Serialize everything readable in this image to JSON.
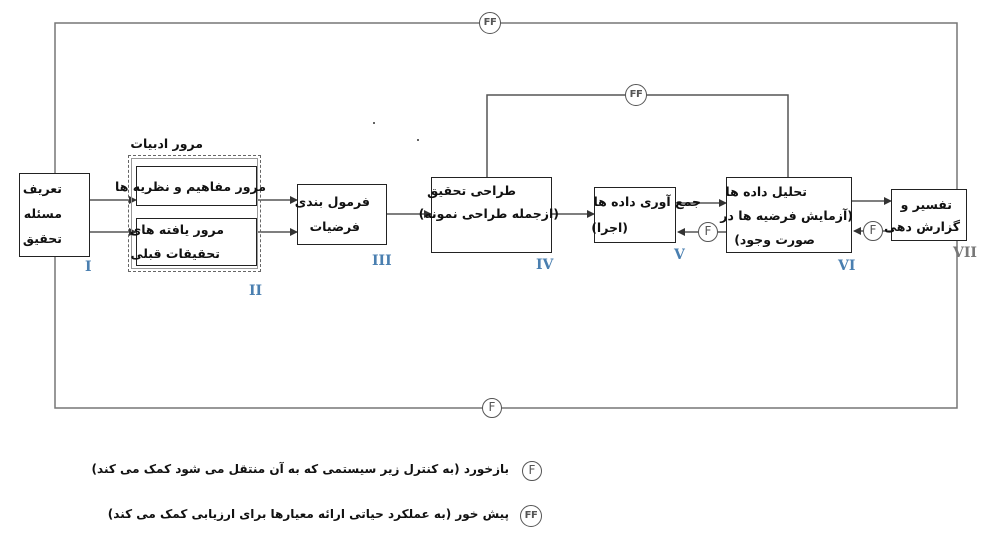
{
  "nodes": {
    "define_problem": {
      "lines": [
        "تعریف",
        "مسئله",
        "تحقیق"
      ],
      "numeral": "I"
    },
    "lit_review": {
      "title": "مرور ادبیات",
      "concepts": "مرور مفاهیم و نظریه ها",
      "findings": [
        "مرور یافته های",
        "تحقیقات قبلی"
      ],
      "numeral": "II"
    },
    "hypotheses": {
      "lines": [
        "فرمول بندی",
        "فرضیات"
      ],
      "numeral": "III"
    },
    "design": {
      "lines": [
        "طراحی تحقیق",
        "(ازجمله طراحی نمونه)"
      ],
      "numeral": "IV"
    },
    "collect": {
      "lines": [
        "جمع آوری داده ها",
        "(اجرا)"
      ],
      "numeral": "V"
    },
    "analysis": {
      "lines": [
        "تحلیل داده ها",
        "(آزمایش فرضیه ها در",
        "صورت وجود)"
      ],
      "numeral": "VI"
    },
    "report": {
      "lines": [
        "تفسیر و",
        "گزارش دهی"
      ],
      "numeral": "VII"
    }
  },
  "markers": {
    "ff": "FF",
    "f": "F"
  },
  "legend": [
    {
      "symbol": "F",
      "text": "بازخورد (به کنترل زیر سیستمی که به آن منتقل می شود کمک می کند)"
    },
    {
      "symbol": "FF",
      "text": "پیش خور (به عملکرد حیاتی ارائه معیارها برای ارزیابی کمک می کند)"
    }
  ],
  "colors": {
    "line": "#555555",
    "numeral_blue": "#4a7fb0",
    "numeral_grey": "#777777"
  }
}
